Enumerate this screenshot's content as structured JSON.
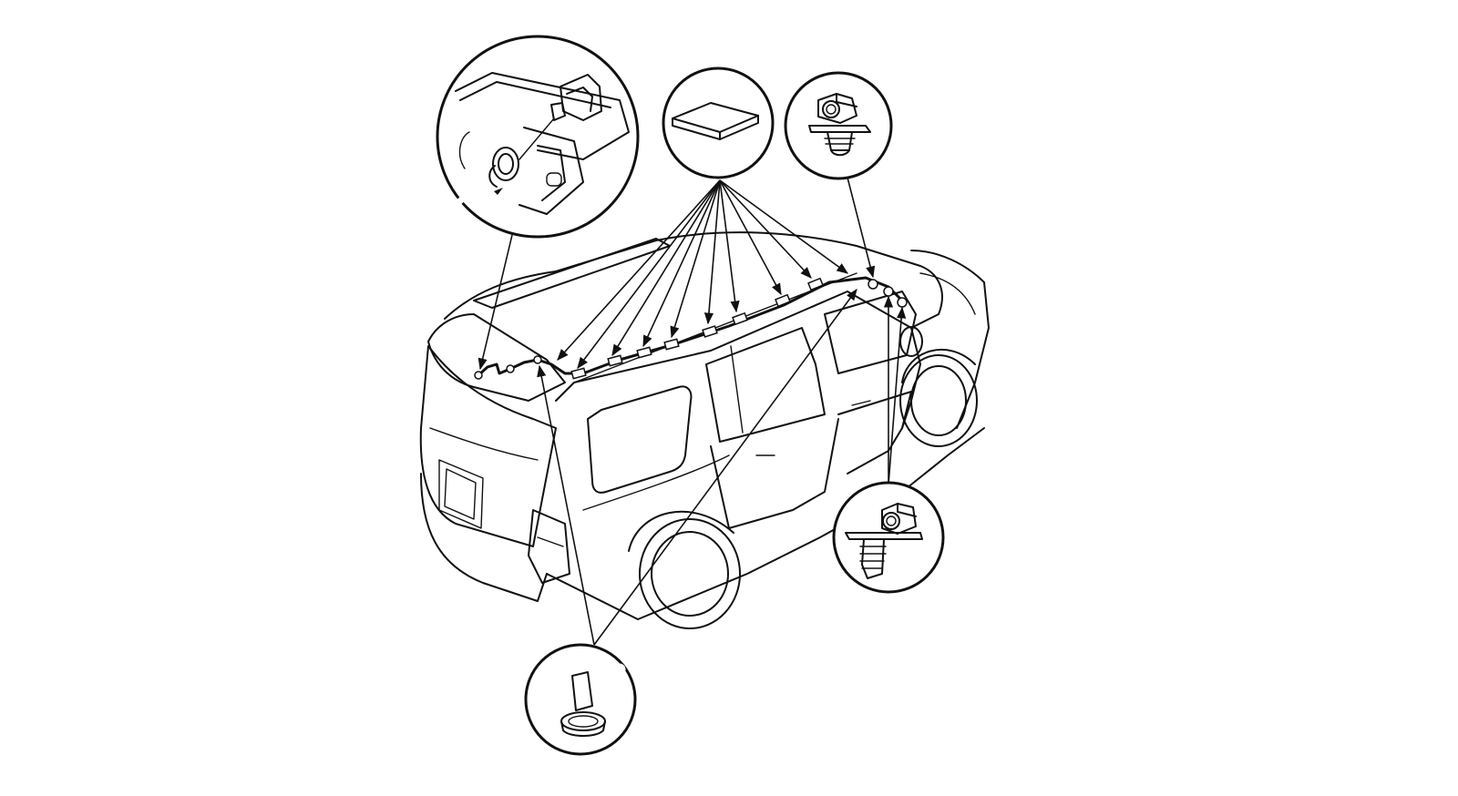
{
  "diagram": {
    "type": "exploded-assembly-illustration",
    "subject": "vehicle",
    "colors": {
      "line": "#111111",
      "background": "#ffffff"
    },
    "callouts": [
      {
        "id": "connector",
        "icon": "connector-detail-icon"
      },
      {
        "id": "pad",
        "icon": "adhesive-pad-icon"
      },
      {
        "id": "clip-small",
        "icon": "clip-detail-icon"
      },
      {
        "id": "clip-large",
        "icon": "clip-detail-icon"
      },
      {
        "id": "clamp",
        "icon": "clamp-detail-icon"
      }
    ],
    "labels": []
  }
}
